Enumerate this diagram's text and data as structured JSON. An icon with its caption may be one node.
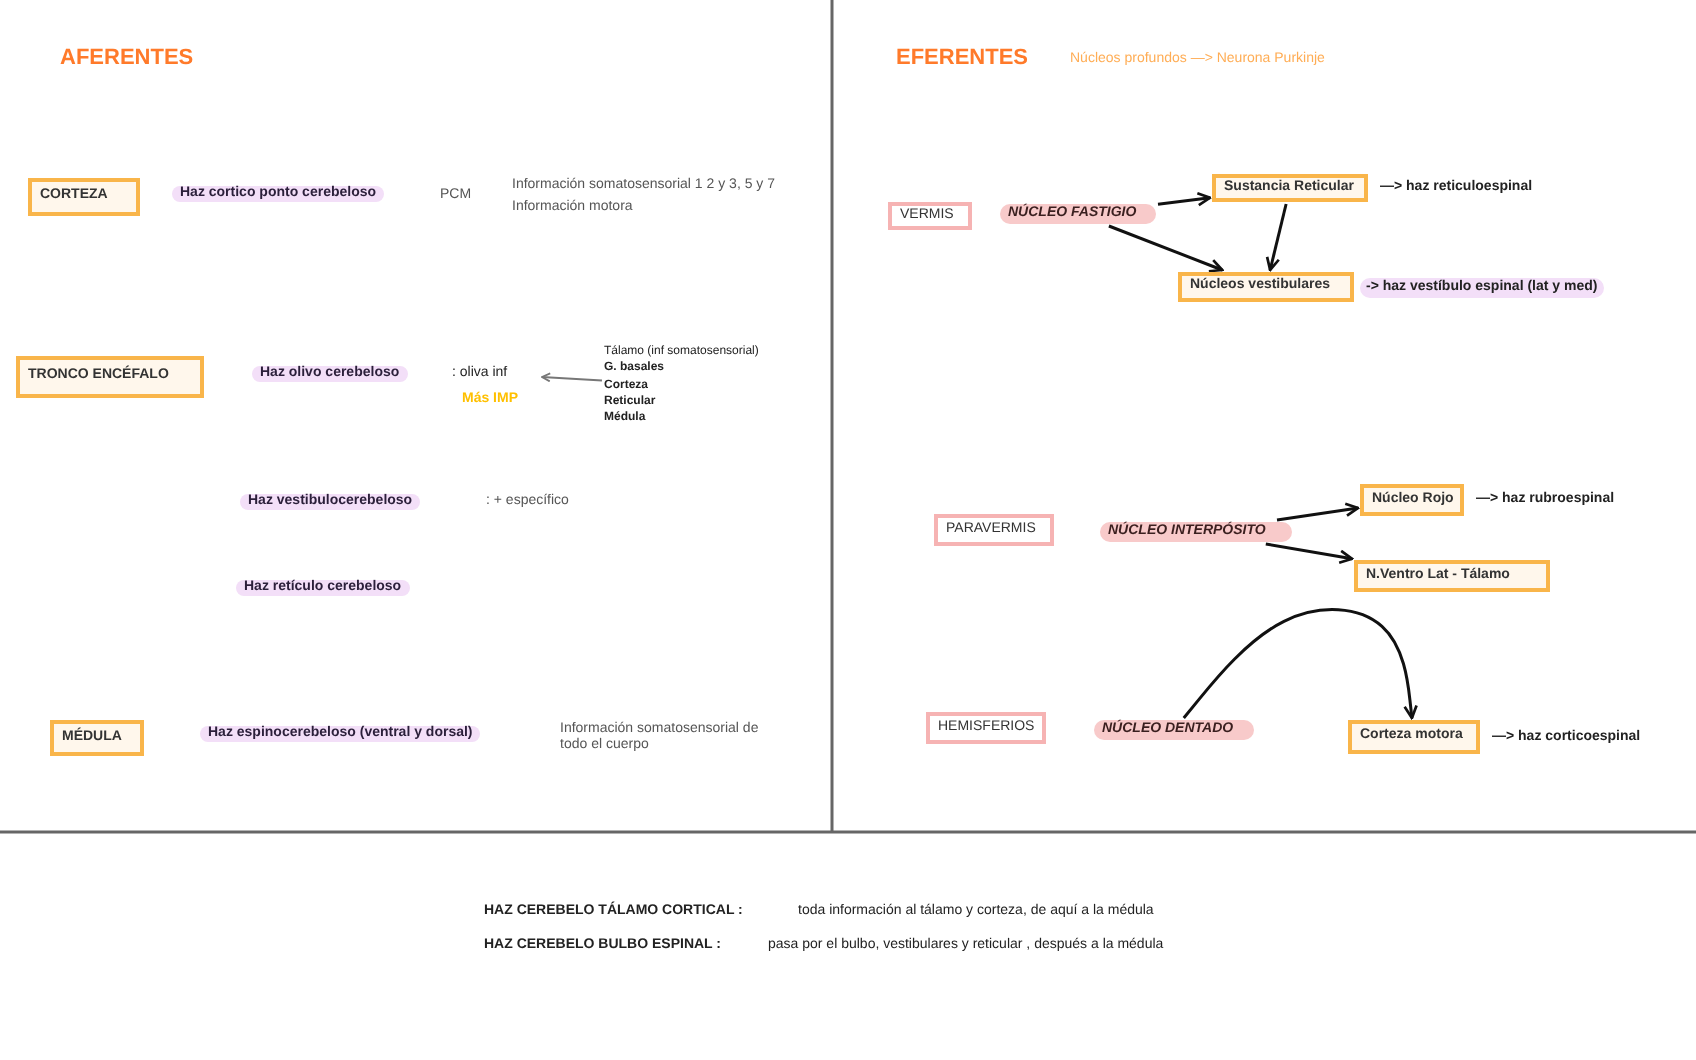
{
  "diagram": {
    "nodes": [
      {
        "text": [
          "CORTEZA"
        ]
      },
      {
        "text": [
          "TRONCO ENCÉFALO"
        ]
      },
      {
        "text": [
          ": oliva inf"
        ]
      },
      {
        "text": [
          "Tálamo (inf somatosensorial)",
          "G. basales",
          "Corteza",
          "Reticular",
          "Médula"
        ]
      },
      {
        "text": [
          "MÉDULA"
        ]
      },
      {
        "text": [
          "VERMIS"
        ]
      },
      {
        "text": [
          "NÚCLEO FASTIGIO"
        ]
      },
      {
        "text": [
          "Sustancia Reticular"
        ],
        "beside": [
          "—> haz reticuloespinal"
        ]
      },
      {
        "text": [
          "Núcleos vestibulares"
        ],
        "beside": [
          "-> haz vestíbulo espinal (lat y med)"
        ]
      },
      {
        "text": [
          "PARAVERMIS"
        ]
      },
      {
        "text": [
          "NÚCLEO INTERPÓSITO"
        ]
      },
      {
        "text": [
          "Núcleo Rojo"
        ],
        "beside": [
          "—> haz rubroespinal"
        ]
      },
      {
        "text": [
          "N.Ventro Lat  -   Tálamo"
        ]
      },
      {
        "text": [
          "HEMISFERIOS"
        ]
      },
      {
        "text": [
          "NÚCLEO DENTADO"
        ]
      },
      {
        "text": [
          "Corteza motora"
        ],
        "beside": [
          "—> haz corticoespinal"
        ]
      }
    ],
    "edges": [
      {
        "from": 3,
        "to": 2,
        "arrow": "to",
        "color": "#777777"
      },
      {
        "from": 6,
        "to": 7,
        "arrow": "to"
      },
      {
        "from": 6,
        "to": 8,
        "arrow": "to"
      },
      {
        "from": 7,
        "to": 8,
        "arrow": "to"
      },
      {
        "from": 10,
        "to": 11,
        "arrow": "to"
      },
      {
        "from": 10,
        "to": 12,
        "arrow": "to"
      },
      {
        "from": 14,
        "to": 15,
        "arrow": "to"
      }
    ],
    "labels": [
      "AFERENTES",
      "EFERENTES",
      "Núcleos profundos —> Neurona Purkinje",
      "Haz cortico ponto cerebeloso",
      "PCM",
      "Información somatosensorial 1 2 y 3, 5 y 7",
      "Información motora",
      "Haz olivo cerebeloso",
      "Más IMP",
      "Haz vestibulocerebeloso",
      ": + específico",
      "Haz retículo cerebeloso",
      "Haz espinocerebeloso (ventral y dorsal)",
      "Información somatosensorial de todo el cuerpo",
      "HAZ CEREBELO TÁLAMO CORTICAL :",
      "toda información al tálamo y corteza, de aquí a la médula",
      "HAZ CEREBELO BULBO ESPINAL :",
      "pasa por el bulbo, vestibulares y reticular , después a la médula"
    ]
  }
}
